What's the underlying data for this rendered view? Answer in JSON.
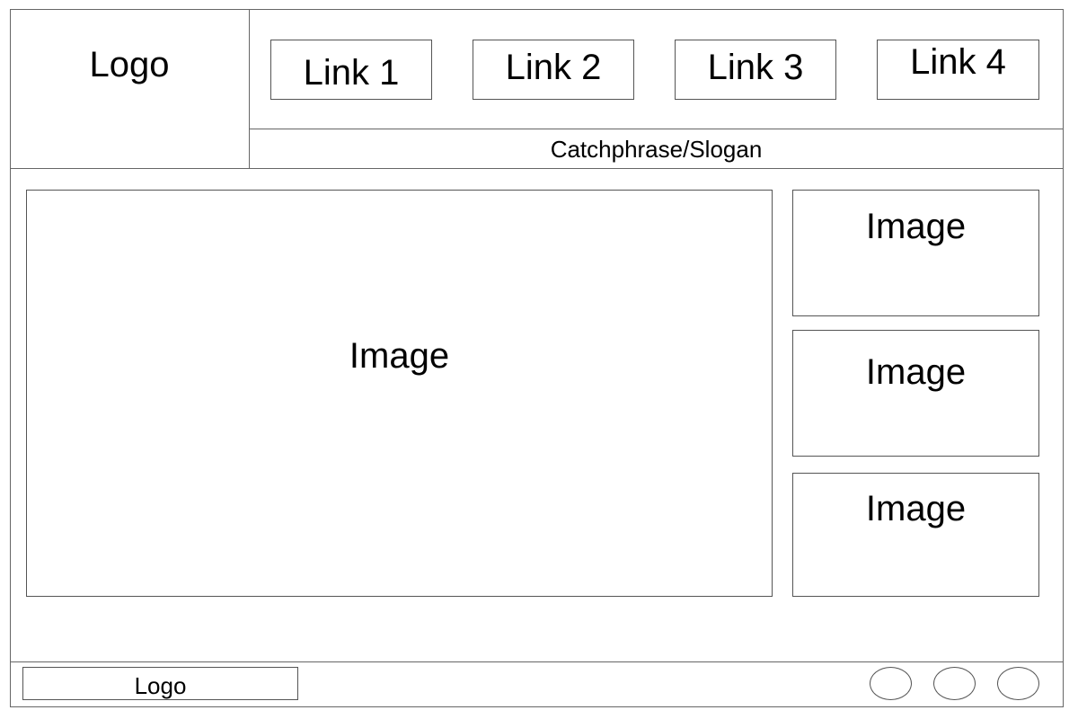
{
  "header": {
    "logo": "Logo",
    "links": [
      "Link 1",
      "Link 2",
      "Link 3",
      "Link 4"
    ],
    "slogan": "Catchphrase/Slogan"
  },
  "main": {
    "hero_image": "Image",
    "side_images": [
      "Image",
      "Image",
      "Image"
    ]
  },
  "footer": {
    "logo": "Logo",
    "social_icons": [
      "circle-icon",
      "circle-icon",
      "circle-icon"
    ]
  }
}
